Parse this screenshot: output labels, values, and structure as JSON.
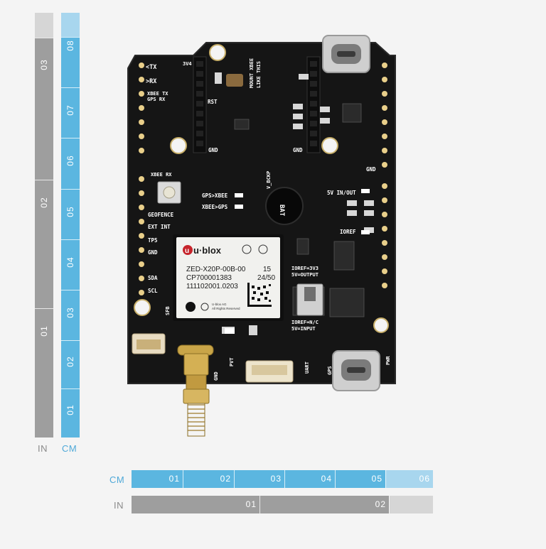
{
  "rulers": {
    "vertical_in": {
      "unit": "IN",
      "labels": [
        "01",
        "02",
        "03"
      ]
    },
    "vertical_cm": {
      "unit": "CM",
      "labels": [
        "01",
        "02",
        "03",
        "04",
        "05",
        "06",
        "07",
        "08"
      ]
    },
    "horizontal_cm": {
      "unit": "CM",
      "labels": [
        "01",
        "02",
        "03",
        "04",
        "05",
        "06"
      ]
    },
    "horizontal_in": {
      "unit": "IN",
      "labels": [
        "01",
        "02"
      ]
    }
  },
  "colors": {
    "ruler_in": "#9e9e9e",
    "ruler_in_light": "#d6d6d6",
    "ruler_cm": "#5bb6e0",
    "ruler_cm_light": "#a8d6ee",
    "unit_in_text": "#8a8a8a",
    "unit_cm_text": "#4fa9d8",
    "pcb": "#151515",
    "gold": "#e6c878"
  },
  "board": {
    "module": {
      "brand": "u·blox",
      "part": "ZED-X20P-00B-00",
      "code": "CP700001383",
      "serial": "111102001.0203",
      "rev": "15",
      "date": "24/50",
      "maker": "U-blox AG",
      "rights": "All Rights Reserved"
    },
    "silkscreen": {
      "tx": "<TX",
      "rx": ">RX",
      "xbee_tx": "XBEE TX",
      "gps_rx": "GPS RX",
      "v34": "3V4",
      "rst": "RST",
      "gnd_a": "GND",
      "gnd_b": "GND",
      "gnd_c": "GND",
      "mount_xbee": "MOUNT XBEE",
      "like_this": "LIKE THIS",
      "xbee_rx": "XBEE RX",
      "gps_xbee": "GPS>XBEE",
      "xbee_gps": "XBEE>GPS",
      "geofence": "GEOFENCE",
      "extint": "EXT INT",
      "tp5": "TP5",
      "gnd_d": "GND",
      "sda": "SDA",
      "scl": "SCL",
      "bat": "BAT",
      "vbckp": "V_BCKP",
      "v5_in_out": "5V IN/OUT",
      "ioref": "IOREF",
      "ioref_33": "IOREF=3V3",
      "v5_output": "5V=OUTPUT",
      "ioref_nc": "IOREF=N/C",
      "v5_input": "5V=INPUT",
      "sfb": "SFB",
      "gps": "GPS",
      "pwr": "PWR",
      "pvt": "PVT",
      "gnd_e": "GND",
      "uart": "UART"
    }
  }
}
